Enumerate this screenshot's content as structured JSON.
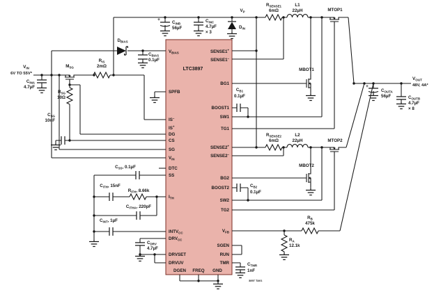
{
  "title_tag": "3897 TA01",
  "ic": {
    "part": "LTC3897"
  },
  "colors": {
    "ic_fill": "#eab3ab",
    "ic_border": "#7b2d24",
    "wire": "#161616",
    "text": "#161616",
    "tag_text": "#8a8a8a"
  },
  "labels": {
    "ic_name": "LTC3897",
    "vin_label": "V_{IN}",
    "vin_range": "6V TO 55V*",
    "vout_label": "V_{OUT}",
    "vout_range": "48V, 4A*",
    "vp_label": "V_{P}",
    "cina_name": "C_{INA}",
    "cina_val": "4.7µF",
    "msg_name": "M_{SG}",
    "ris_name": "R_{IS}",
    "ris_val": "2mΩ",
    "rsg_name": "R_{SG}",
    "rsg_val": "10Ω",
    "csg_name": "C_{SG}",
    "csg_val": "10nF",
    "dbias_name": "D_{BIAS}",
    "cbias_name": "C_{BIAS}",
    "cbias_val": "0.1µF",
    "cinb_plus": "+",
    "cinb_name": "C_{INB}",
    "cinb_val": "56µF",
    "cinc_name": "C_{INC}",
    "cinc_val": "4.7µF",
    "cinc_mult": "× 3",
    "din_name": "D_{IN}",
    "rsense1_name": "R_{SENSE1}",
    "rsense1_val": "6mΩ",
    "l1_name": "L1",
    "l1_val": "22µH",
    "mtop1_name": "MTOP1",
    "mbot1_name": "MBOT1",
    "cb1_name": "C_{B1}",
    "cb1_val": "0.1µF",
    "rsense2_name": "R_{SENSE2}",
    "rsense2_val": "6mΩ",
    "l2_name": "L2",
    "l2_val": "22µH",
    "mtop2_name": "MTOP2",
    "mbot2_name": "MBOT2",
    "cb2_name": "C_{B2}",
    "cb2_val": "0.1µF",
    "couta_plus": "+",
    "couta_name": "C_{OUTA}",
    "couta_val": "56µF",
    "coutb_name": "C_{OUTB}",
    "coutb_val": "4.7µF",
    "coutb_mult": "× 8",
    "css_label": "C_{SS}, 0.1µF",
    "cith_label": "C_{ITH}, 15nF",
    "rith_label": "R_{ITH}, 8.66k",
    "citha_label": "C_{ITHA}, 220pF",
    "cint_label": "C_{INT}, 1µF",
    "cdrv_name": "C_{DRV}",
    "cdrv_val": "4.7µF",
    "ra_name": "R_{A}",
    "ra_val": "12.1k",
    "rb_name": "R_{B}",
    "rb_val": "475k",
    "ctmr_name": "C_{TMR}",
    "ctmr_val": "1nF",
    "tag": "3897 TA01",
    "pin_vbias": "V_{BIAS}",
    "pin_spfb": "SPFB",
    "pin_ism": "IS^{–}",
    "pin_isp": "IS^{+}",
    "pin_dg": "DG",
    "pin_cs": "CS",
    "pin_sg": "SG",
    "pin_vin": "V_{IN}",
    "pin_dtc": "DTC",
    "pin_ss": "SS",
    "pin_ith": "I_{TH}",
    "pin_intvcc": "INTV_{CC}",
    "pin_drvcc": "DRV_{CC}",
    "pin_drvset": "DRVSET",
    "pin_drvuv": "DRVUV",
    "pin_dgen": "DGEN",
    "pin_freq": "FREQ",
    "pin_gnd": "GND",
    "pin_sense1p": "SENSE1^{+}",
    "pin_sense1m": "SENSE1^{–}",
    "pin_bg1": "BG1",
    "pin_boost1": "BOOST1",
    "pin_sw1": "SW1",
    "pin_tg1": "TG1",
    "pin_sense2p": "SENSE2^{+}",
    "pin_sense2m": "SENSE2^{–}",
    "pin_bg2": "BG2",
    "pin_boost2": "BOOST2",
    "pin_sw2": "SW2",
    "pin_tg2": "TG2",
    "pin_vfb": "V_{FB}",
    "pin_sgen": "SGEN",
    "pin_run": "RUN",
    "pin_tmr": "TMR"
  }
}
